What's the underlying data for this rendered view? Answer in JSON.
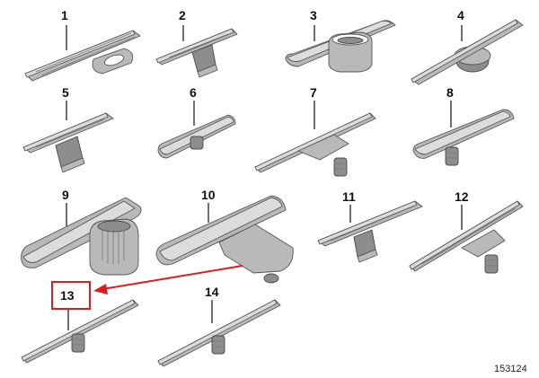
{
  "diagram": {
    "parts": [
      {
        "key": "p1",
        "number": "1"
      },
      {
        "key": "p2",
        "number": "2"
      },
      {
        "key": "p3",
        "number": "3"
      },
      {
        "key": "p4",
        "number": "4"
      },
      {
        "key": "p5",
        "number": "5"
      },
      {
        "key": "p6",
        "number": "6"
      },
      {
        "key": "p7",
        "number": "7"
      },
      {
        "key": "p8",
        "number": "8"
      },
      {
        "key": "p9",
        "number": "9"
      },
      {
        "key": "p10",
        "number": "10"
      },
      {
        "key": "p11",
        "number": "11"
      },
      {
        "key": "p12",
        "number": "12"
      },
      {
        "key": "p13",
        "number": "13"
      },
      {
        "key": "p14",
        "number": "14"
      }
    ],
    "highlight": {
      "part": "13",
      "color": "#e01b1b",
      "arrow_from_part": "10"
    },
    "drawing_id": "153124"
  }
}
